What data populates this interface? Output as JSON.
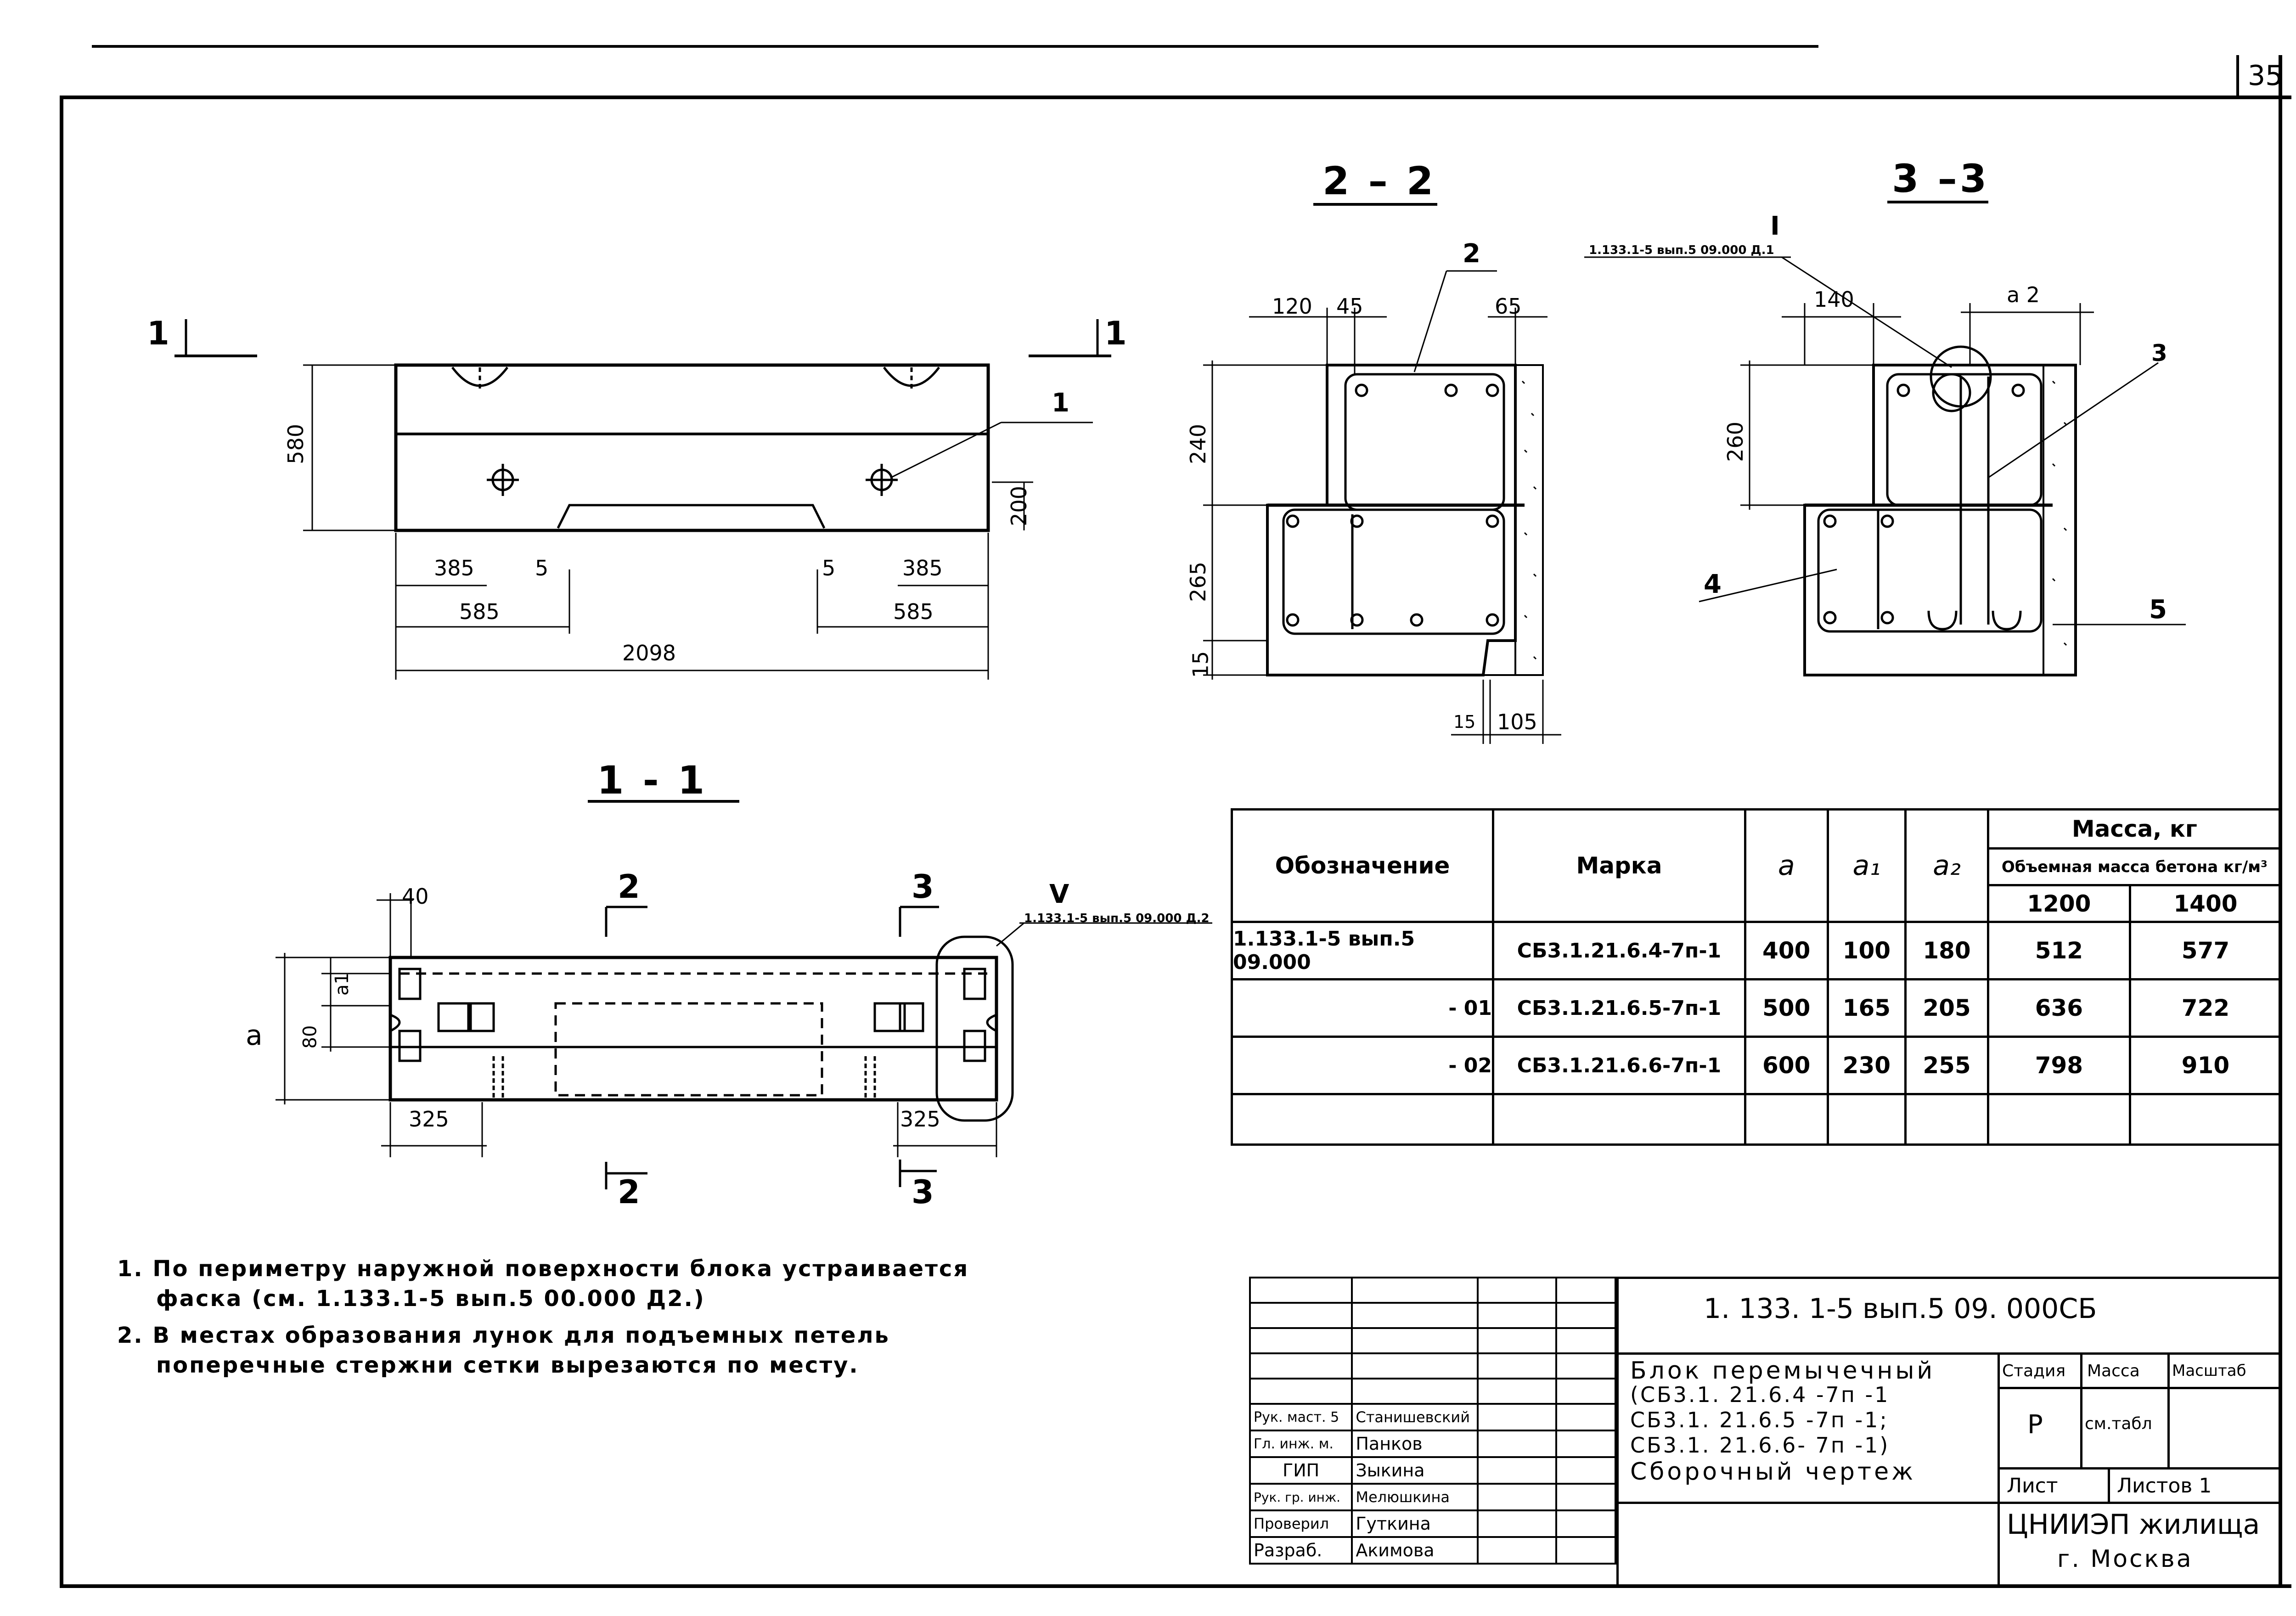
{
  "sheet_number": "35",
  "sections": {
    "s22": "2 – 2",
    "s33": "3 –3",
    "s11": "1 - 1",
    "cut1_left": "1",
    "cut1_right": "1",
    "cut2_top": "2",
    "cut2_bottom": "2",
    "cut3_top": "3",
    "cut3_bottom": "3"
  },
  "view_top": {
    "height": "580",
    "side": "200",
    "d385a": "385",
    "d5a": "5",
    "d585a": "585",
    "d5b": "5",
    "d385b": "385",
    "d585b": "585",
    "total": "2098",
    "pos1": "1"
  },
  "section22": {
    "d120": "120",
    "d45": "45",
    "d65": "65",
    "d240": "240",
    "d265": "265",
    "d15v": "15",
    "d15h": "15",
    "d105": "105",
    "pos2": "2"
  },
  "section33": {
    "ref_mark": "I",
    "ref_text": "1.133.1-5 вып.5 09.000 Д.1",
    "d140": "140",
    "a2": "a 2",
    "d260": "260",
    "pos3": "3",
    "pos4": "4",
    "pos5": "5"
  },
  "section11": {
    "d40": "40",
    "a": "a",
    "a1": "a1",
    "d80": "80",
    "d325a": "325",
    "d325b": "325",
    "ref_mark": "V",
    "ref_text": "1.133.1-5 вып.5 09.000 Д.2"
  },
  "spec_table": {
    "headers": {
      "designation": "Обозначение",
      "mark": "Марка",
      "a": "a",
      "a1": "a₁",
      "a2": "a₂",
      "mass": "Масса, кг",
      "density": "Объемная масса бетона кг/м³",
      "d1200": "1200",
      "d1400": "1400"
    },
    "rows": [
      {
        "designation": "1.133.1-5 вып.5 09.000",
        "mark": "СБ3.1.21.6.4-7п-1",
        "a": "400",
        "a1": "100",
        "a2": "180",
        "m1200": "512",
        "m1400": "577"
      },
      {
        "designation": "- 01",
        "mark": "СБ3.1.21.6.5-7п-1",
        "a": "500",
        "a1": "165",
        "a2": "205",
        "m1200": "636",
        "m1400": "722"
      },
      {
        "designation": "- 02",
        "mark": "СБ3.1.21.6.6-7п-1",
        "a": "600",
        "a1": "230",
        "a2": "255",
        "m1200": "798",
        "m1400": "910"
      }
    ]
  },
  "notes": [
    "1. По периметру наружной поверхности блока устраивается",
    "фаска (см. 1.133.1-5 вып.5 00.000 Д2.)",
    "2. В местах образования лунок для подъемных петель",
    "поперечные стержни сетки вырезаются по месту."
  ],
  "stamp": {
    "doc_code": "1. 133. 1-5 вып.5 09. 000СБ",
    "title_lines": [
      "Блок перемычечный",
      "(СБ3.1. 21.6.4 -7п -1",
      " СБ3.1. 21.6.5 -7п -1;",
      " СБ3.1. 21.6.6- 7п -1)",
      "Сборочный чертеж"
    ],
    "stage_label": "Стадия",
    "mass_label": "Масса",
    "scale_label": "Масштаб",
    "stage": "Р",
    "mass": "см.табл",
    "sheet_label": "Лист",
    "sheets_label": "Листов 1",
    "org": "ЦНИИЭП жилища",
    "city": "г. Москва",
    "people": [
      {
        "role": "Рук. маст. 5",
        "name": "Станишевский"
      },
      {
        "role": "Гл. инж. м.",
        "name": "Панков"
      },
      {
        "role": "ГИП",
        "name": "Зыкина"
      },
      {
        "role": "Рук. гр. инж.",
        "name": "Мелюшкина"
      },
      {
        "role": "Проверил",
        "name": "Гуткина"
      },
      {
        "role": "Разраб.",
        "name": "Акимова"
      }
    ]
  }
}
